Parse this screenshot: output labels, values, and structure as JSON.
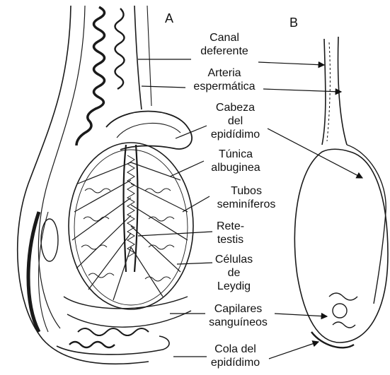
{
  "panels": {
    "a": "A",
    "b": "B"
  },
  "labels": {
    "canal_deferente": [
      "Canal",
      "deferente"
    ],
    "arteria_espermatica": [
      "Arteria",
      "espermática"
    ],
    "cabeza_epididimo": [
      "Cabeza",
      "del",
      "epidídimo"
    ],
    "tunica_albuginea": [
      "Túnica",
      "albuginea"
    ],
    "tubos_seminiferos": [
      "Tubos",
      "seminíferos"
    ],
    "rete_testis": [
      "Rete-",
      "testis"
    ],
    "celulas_leydig": [
      "Células",
      "de",
      "Leydig"
    ],
    "capilares_sanguineos": [
      "Capilares",
      "sanguíneos"
    ],
    "cola_epididimo": [
      "Cola del",
      "epidídimo"
    ]
  }
}
